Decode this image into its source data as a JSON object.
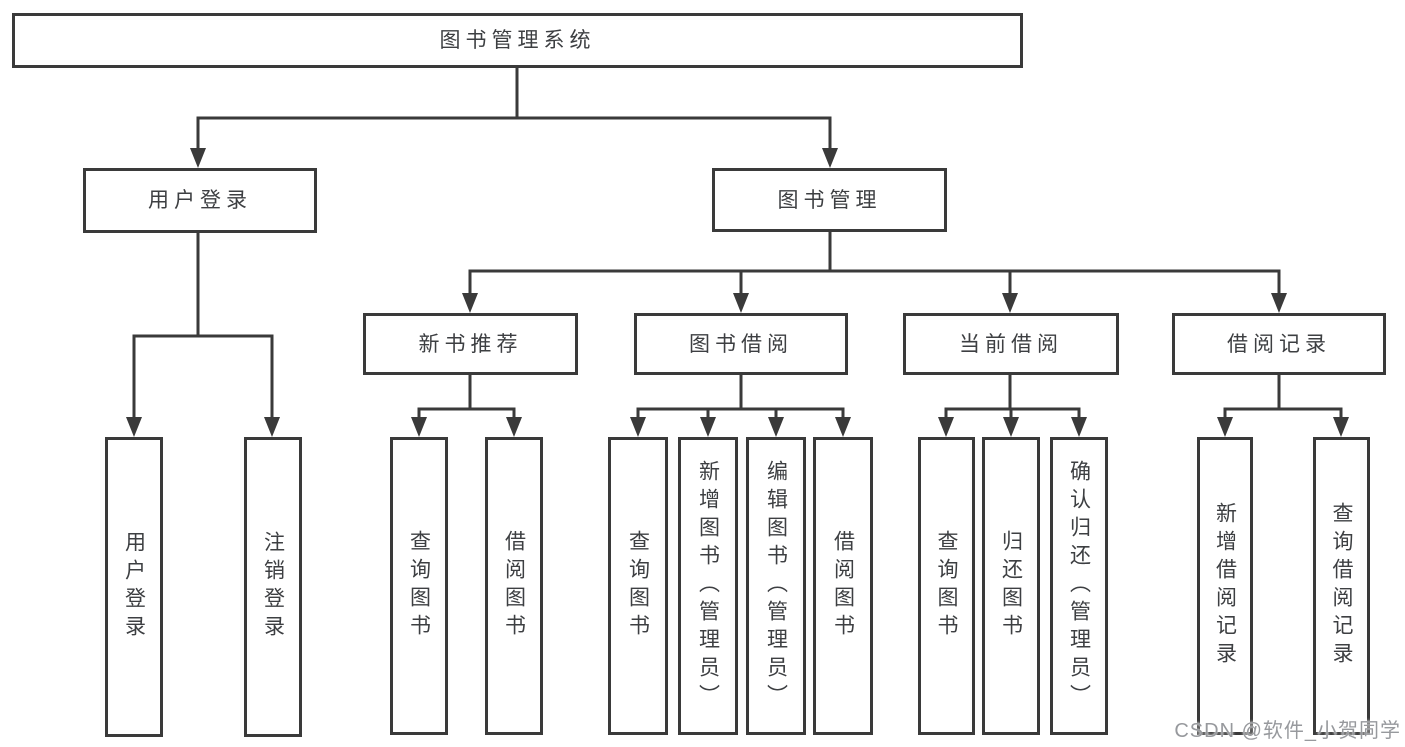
{
  "diagram": {
    "watermark": "CSDN @软件_小贺同学",
    "colors": {
      "line": "#3a3a3a",
      "box_border": "#3a3a3a",
      "text": "#3d3f42",
      "watermark": "#97999d",
      "background": "#ffffff"
    },
    "tree": {
      "root": "图书管理系统",
      "children": [
        {
          "label": "用户登录",
          "children": [
            {
              "label": "用户登录"
            },
            {
              "label": "注销登录"
            }
          ]
        },
        {
          "label": "图书管理",
          "children": [
            {
              "label": "新书推荐",
              "children": [
                {
                  "label": "查询图书"
                },
                {
                  "label": "借阅图书"
                }
              ]
            },
            {
              "label": "图书借阅",
              "children": [
                {
                  "label": "查询图书"
                },
                {
                  "label": "新增图书（管理员）"
                },
                {
                  "label": "编辑图书（管理员）"
                },
                {
                  "label": "借阅图书"
                }
              ]
            },
            {
              "label": "当前借阅",
              "children": [
                {
                  "label": "查询图书"
                },
                {
                  "label": "归还图书"
                },
                {
                  "label": "确认归还（管理员）"
                }
              ]
            },
            {
              "label": "借阅记录",
              "children": [
                {
                  "label": "新增借阅记录"
                },
                {
                  "label": "查询借阅记录"
                }
              ]
            }
          ]
        }
      ]
    }
  }
}
